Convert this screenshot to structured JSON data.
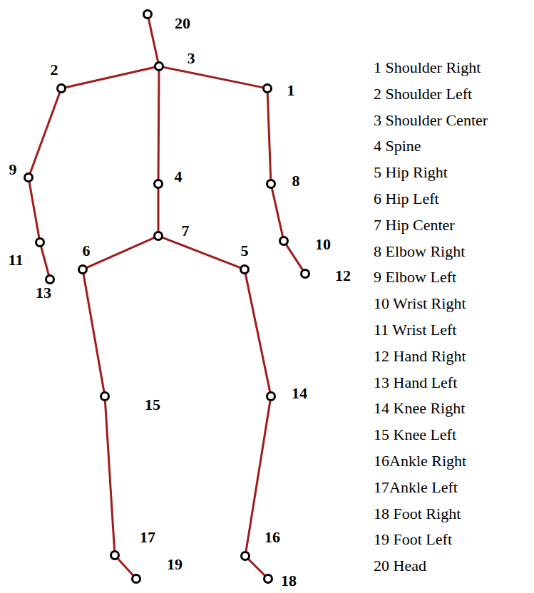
{
  "diagram": {
    "nodes": [
      {
        "text": [
          "1"
        ]
      },
      {
        "text": [
          "2"
        ]
      },
      {
        "text": [
          "3"
        ]
      },
      {
        "text": [
          "4"
        ]
      },
      {
        "text": [
          "5"
        ]
      },
      {
        "text": [
          "6"
        ]
      },
      {
        "text": [
          "7"
        ]
      },
      {
        "text": [
          "8"
        ]
      },
      {
        "text": [
          "9"
        ]
      },
      {
        "text": [
          "10"
        ]
      },
      {
        "text": [
          "11"
        ]
      },
      {
        "text": [
          "12"
        ]
      },
      {
        "text": [
          "13"
        ]
      },
      {
        "text": [
          "14"
        ]
      },
      {
        "text": [
          "15"
        ]
      },
      {
        "text": [
          "16"
        ]
      },
      {
        "text": [
          "17"
        ]
      },
      {
        "text": [
          "18"
        ]
      },
      {
        "text": [
          "19"
        ]
      },
      {
        "text": [
          "20"
        ]
      }
    ],
    "edges": [
      {
        "from": 19,
        "to": 2,
        "arrow": "none"
      },
      {
        "from": 2,
        "to": 1,
        "arrow": "none"
      },
      {
        "from": 2,
        "to": 0,
        "arrow": "none"
      },
      {
        "from": 2,
        "to": 3,
        "arrow": "none"
      },
      {
        "from": 3,
        "to": 6,
        "arrow": "none"
      },
      {
        "from": 1,
        "to": 8,
        "arrow": "none"
      },
      {
        "from": 8,
        "to": 10,
        "arrow": "none"
      },
      {
        "from": 10,
        "to": 12,
        "arrow": "none"
      },
      {
        "from": 0,
        "to": 7,
        "arrow": "none"
      },
      {
        "from": 7,
        "to": 9,
        "arrow": "none"
      },
      {
        "from": 9,
        "to": 11,
        "arrow": "none"
      },
      {
        "from": 6,
        "to": 5,
        "arrow": "none"
      },
      {
        "from": 6,
        "to": 4,
        "arrow": "none"
      },
      {
        "from": 5,
        "to": 14,
        "arrow": "none"
      },
      {
        "from": 14,
        "to": 16,
        "arrow": "none"
      },
      {
        "from": 16,
        "to": 18,
        "arrow": "none"
      },
      {
        "from": 4,
        "to": 13,
        "arrow": "none"
      },
      {
        "from": 13,
        "to": 15,
        "arrow": "none"
      },
      {
        "from": 15,
        "to": 17,
        "arrow": "none"
      }
    ],
    "labels": [
      "1 Shoulder Right",
      "2 Shoulder Left",
      "3 Shoulder Center",
      "4 Spine",
      "5 Hip Right",
      "6 Hip Left",
      "7 Hip Center",
      "8 Elbow Right",
      "9 Elbow Left",
      "10 Wrist Right",
      "11 Wrist Left",
      "12 Hand Right",
      "13 Hand Left",
      "14 Knee Right",
      "15 Knee Left",
      "16Ankle Right",
      "17Ankle Left",
      "18 Foot Right",
      "19 Foot Left",
      "20 Head"
    ]
  }
}
